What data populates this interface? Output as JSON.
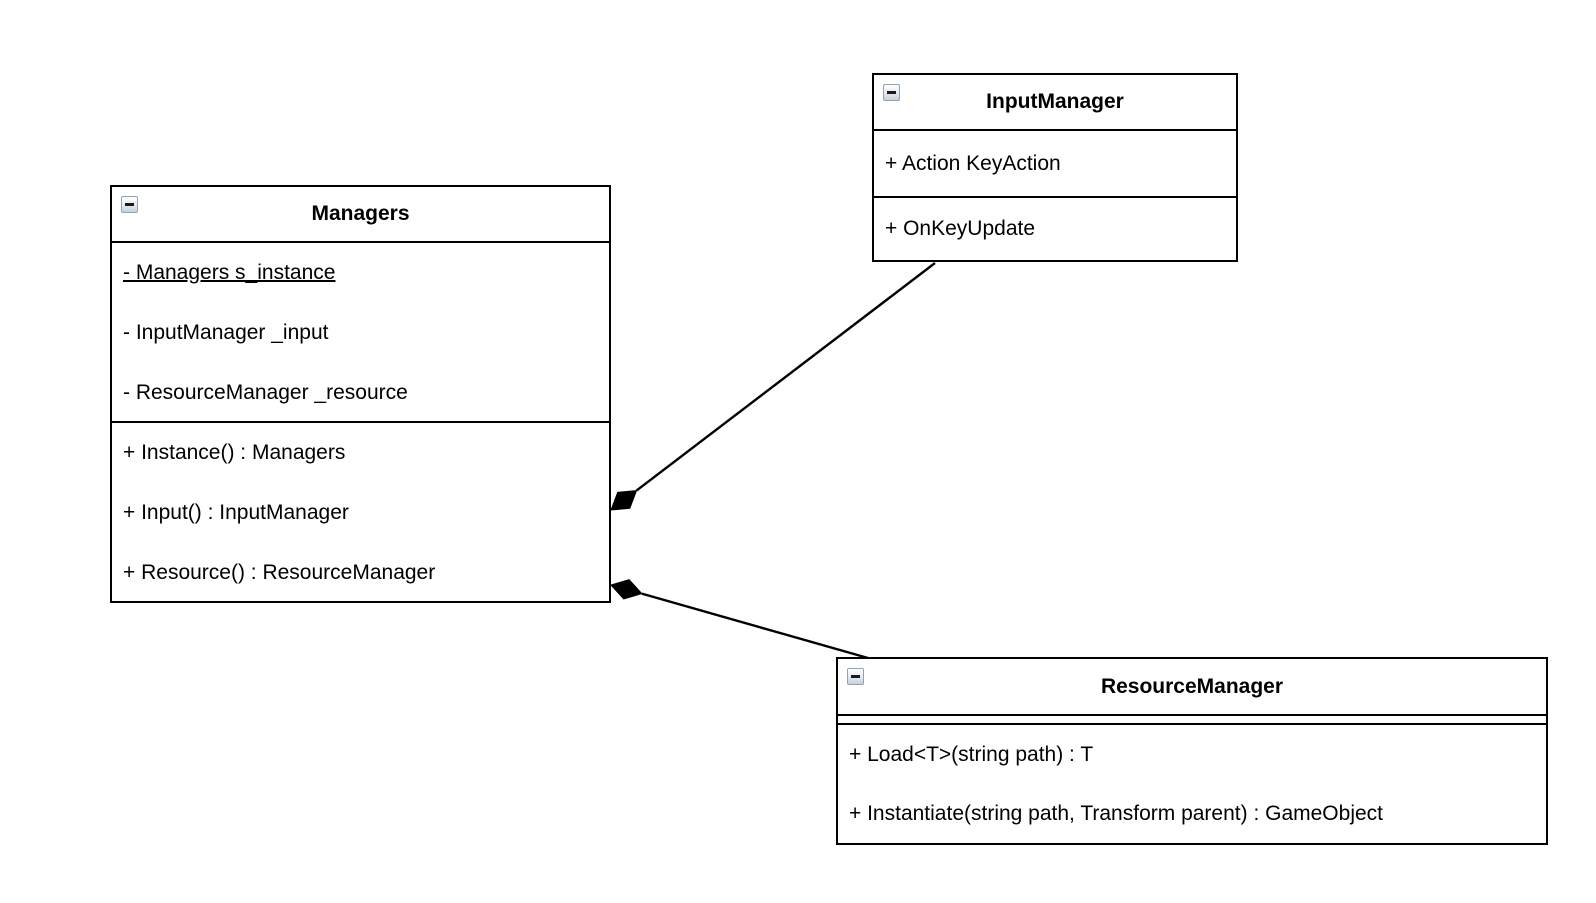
{
  "diagram": {
    "type": "uml-class-diagram",
    "background": "#ffffff",
    "line_color": "#000000",
    "text_color": "#000000",
    "collapse_icon": "minus",
    "classes": [
      {
        "name": "Managers",
        "fields": [
          {
            "text": "- Managers s_instance",
            "static": true
          },
          {
            "text": "- InputManager _input",
            "static": false
          },
          {
            "text": "- ResourceManager _resource",
            "static": false
          }
        ],
        "methods": [
          {
            "text": "+ Instance() : Managers"
          },
          {
            "text": "+ Input() : InputManager"
          },
          {
            "text": "+ Resource() : ResourceManager"
          }
        ]
      },
      {
        "name": "InputManager",
        "fields": [
          {
            "text": "+ Action KeyAction",
            "static": false
          }
        ],
        "methods": [
          {
            "text": "+ OnKeyUpdate"
          }
        ]
      },
      {
        "name": "ResourceManager",
        "fields": [],
        "methods": [
          {
            "text": "+ Load<T>(string path) : T"
          },
          {
            "text": "+ Instantiate(string path, Transform parent) : GameObject"
          }
        ]
      }
    ],
    "relations": [
      {
        "type": "composition",
        "owner": "Managers",
        "part": "InputManager"
      },
      {
        "type": "composition",
        "owner": "Managers",
        "part": "ResourceManager"
      }
    ]
  }
}
